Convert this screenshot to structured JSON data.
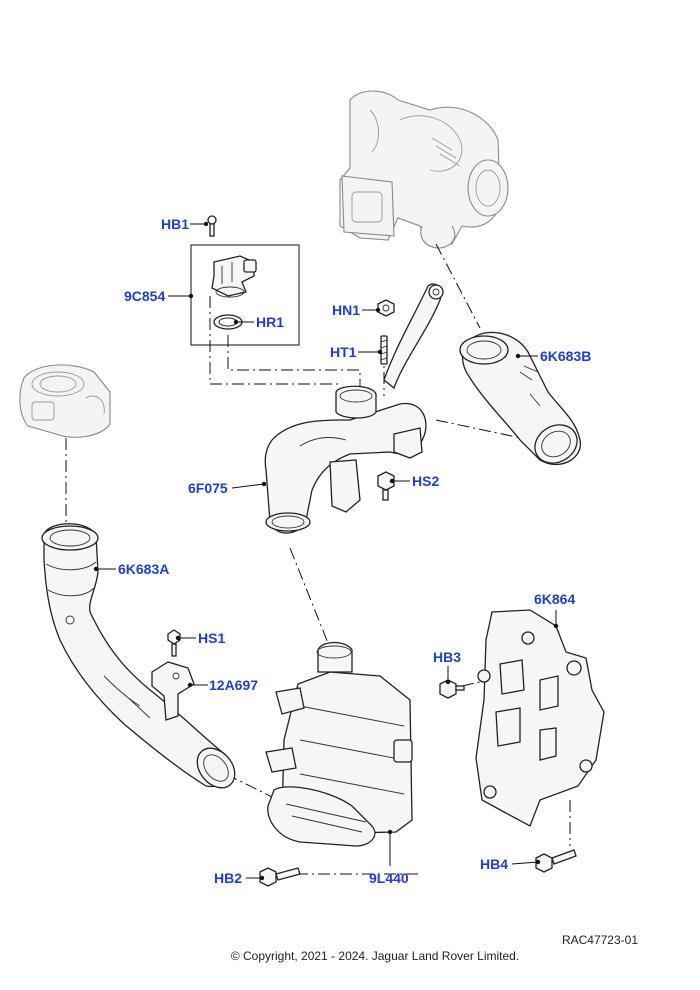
{
  "callouts": {
    "hb1": "HB1",
    "c9c854": "9C854",
    "hr1": "HR1",
    "hn1": "HN1",
    "ht1": "HT1",
    "c6k683b": "6K683B",
    "c6f075": "6F075",
    "hs2": "HS2",
    "c6k683a": "6K683A",
    "hs1": "HS1",
    "c12a697": "12A697",
    "c6k864": "6K864",
    "hb3": "HB3",
    "hb2": "HB2",
    "c9l440": "9L440",
    "hb4": "HB4"
  },
  "footer": {
    "reference": "RAC47723-01",
    "copyright": "© Copyright, 2021 - 2024. Jaguar Land Rover Limited."
  },
  "colors": {
    "callout": "#1f3fd1",
    "line": "#111111",
    "ghost_part": "#8a8a8a"
  }
}
